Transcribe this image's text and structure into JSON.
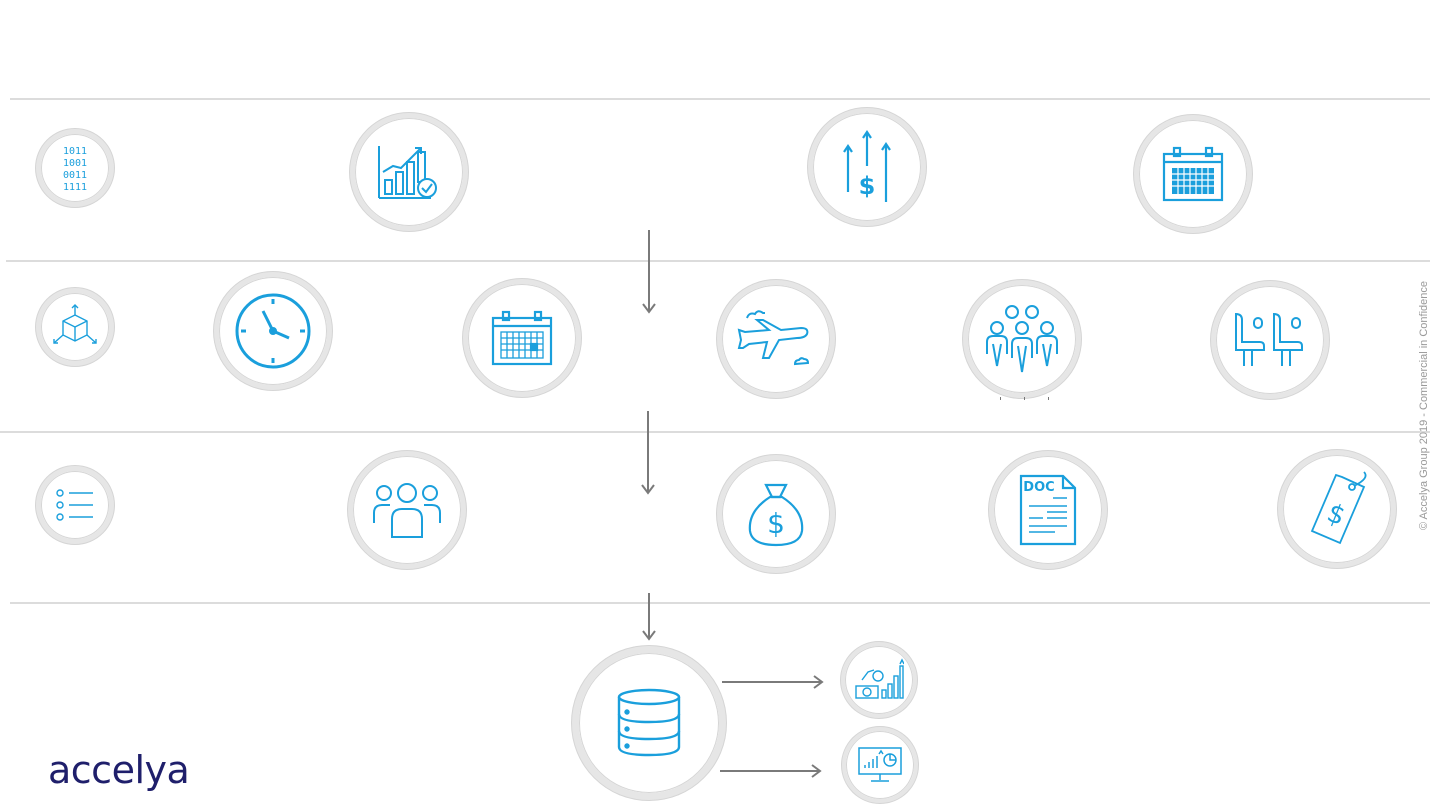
{
  "diagram": {
    "rows": [
      {
        "row_icon": "binary-code-icon",
        "items": [
          "growth-chart-icon",
          "price-up-arrows-icon",
          "calendar-icon"
        ]
      },
      {
        "row_icon": "3d-cube-icon",
        "items": [
          "clock-icon",
          "calendar-highlight-icon",
          "airplane-icon",
          "passengers-group-icon",
          "aircraft-seats-icon"
        ]
      },
      {
        "row_icon": "list-icon",
        "items": [
          "customers-group-icon",
          "money-bag-icon",
          "doc-document-icon",
          "price-tag-icon"
        ]
      }
    ],
    "hub": {
      "icon": "database-icon",
      "outputs": [
        "revenue-chart-icon",
        "monitor-analytics-icon"
      ]
    },
    "colors": {
      "icon": "#1a9fdc",
      "ring": "#e6e6e6",
      "divider": "#dcdcdc",
      "arrow": "#7a7a7a",
      "logo": "#1f1f6b"
    }
  },
  "icon_texts": {
    "binary": [
      "1011",
      "1001",
      "0011",
      "1111"
    ],
    "doc_label": "DOC"
  },
  "footer": {
    "logo_text": "accelya",
    "confidential": "© Accelya Group 2019 - Commercial in Confidence"
  }
}
